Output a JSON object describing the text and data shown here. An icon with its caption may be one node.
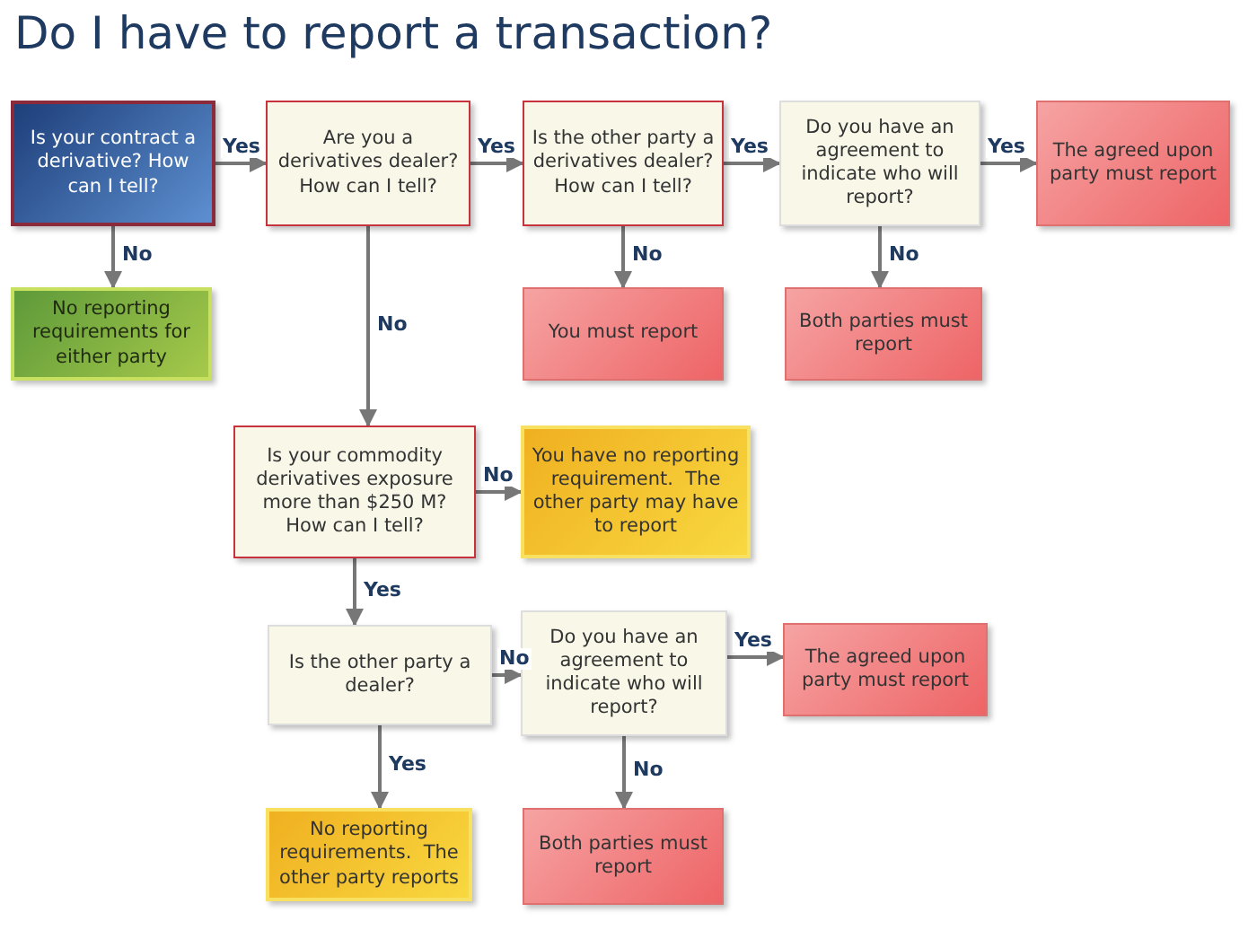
{
  "diagram": {
    "title": "Do I have to report a transaction?",
    "nodes": [
      {
        "text": [
          "Is your contract a derivative? How can I tell?"
        ]
      },
      {
        "text": [
          "Are you a derivatives dealer? How can I tell?"
        ]
      },
      {
        "text": [
          "Is the other party a derivatives dealer? How can I tell?"
        ]
      },
      {
        "text": [
          "Do you have an agreement to indicate who will report?"
        ]
      },
      {
        "text": [
          "The agreed upon party must report"
        ]
      },
      {
        "text": [
          "No reporting requirements for either party"
        ]
      },
      {
        "text": [
          "You must report"
        ]
      },
      {
        "text": [
          "Both parties must report"
        ]
      },
      {
        "text": [
          "Is your commodity derivatives exposure more than $250 M? How can I tell?"
        ]
      },
      {
        "text": [
          "You have no reporting requirement.  The other party may have to report"
        ]
      },
      {
        "text": [
          "Is the other party a dealer?"
        ]
      },
      {
        "text": [
          "Do you have an agreement to indicate who will report?"
        ]
      },
      {
        "text": [
          "The agreed upon party must report"
        ]
      },
      {
        "text": [
          "No reporting requirements.  The other party reports"
        ]
      },
      {
        "text": [
          "Both parties must report"
        ]
      }
    ],
    "edges": [
      {
        "from": 0,
        "to": 1,
        "arrow": "to",
        "label": "Yes"
      },
      {
        "from": 1,
        "to": 2,
        "arrow": "to",
        "label": "Yes"
      },
      {
        "from": 2,
        "to": 3,
        "arrow": "to",
        "label": "Yes"
      },
      {
        "from": 3,
        "to": 4,
        "arrow": "to",
        "label": "Yes"
      },
      {
        "from": 0,
        "to": 5,
        "arrow": "to",
        "label": "No"
      },
      {
        "from": 2,
        "to": 6,
        "arrow": "to",
        "label": "No"
      },
      {
        "from": 3,
        "to": 7,
        "arrow": "to",
        "label": "No"
      },
      {
        "from": 1,
        "to": 8,
        "arrow": "to",
        "label": "No"
      },
      {
        "from": 8,
        "to": 9,
        "arrow": "to",
        "label": "No"
      },
      {
        "from": 8,
        "to": 10,
        "arrow": "to",
        "label": "Yes"
      },
      {
        "from": 10,
        "to": 11,
        "arrow": "to",
        "label": "No"
      },
      {
        "from": 11,
        "to": 12,
        "arrow": "to",
        "label": "Yes"
      },
      {
        "from": 10,
        "to": 13,
        "arrow": "to",
        "label": "Yes"
      },
      {
        "from": 11,
        "to": 14,
        "arrow": "to",
        "label": "No"
      }
    ]
  }
}
